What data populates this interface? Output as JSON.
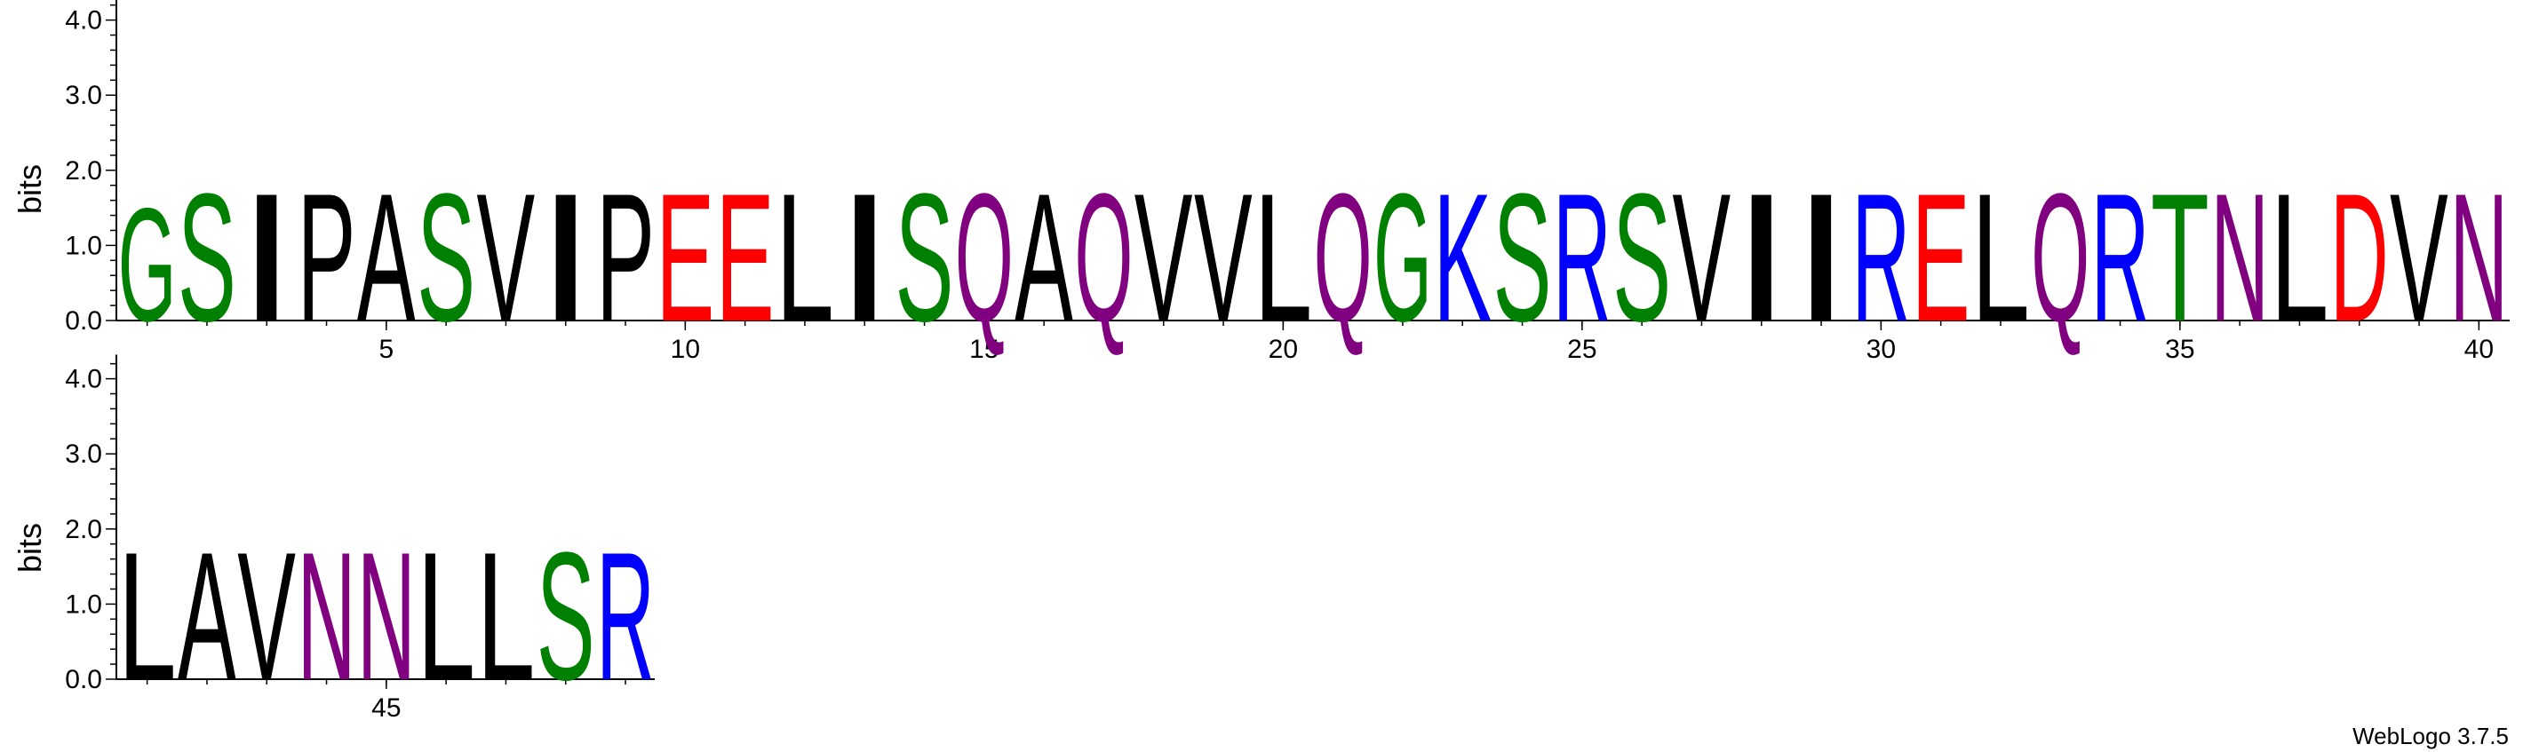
{
  "chart_data": {
    "type": "sequence-logo",
    "ylabel": "bits",
    "yticks": [
      "0.0",
      "1.0",
      "2.0",
      "3.0",
      "4.0"
    ],
    "ylim": [
      0,
      4.32
    ],
    "colors": {
      "black": "#000000",
      "green": "#008000",
      "red": "#ff0000",
      "blue": "#0000ff",
      "purple": "#800080"
    },
    "rows": [
      {
        "positions": [
          1,
          40
        ],
        "xticks": [
          "5",
          "10",
          "15",
          "20",
          "25",
          "30",
          "35",
          "40"
        ],
        "xtick_positions": [
          5,
          10,
          15,
          20,
          25,
          30,
          35,
          40
        ],
        "letters": [
          {
            "pos": 1,
            "letter": "G",
            "bits": 1.55,
            "color": "green"
          },
          {
            "pos": 2,
            "letter": "S",
            "bits": 1.75,
            "color": "green"
          },
          {
            "pos": 3,
            "letter": "I",
            "bits": 1.75,
            "color": "black"
          },
          {
            "pos": 4,
            "letter": "P",
            "bits": 1.75,
            "color": "black"
          },
          {
            "pos": 5,
            "letter": "A",
            "bits": 1.75,
            "color": "black"
          },
          {
            "pos": 6,
            "letter": "S",
            "bits": 1.75,
            "color": "green"
          },
          {
            "pos": 7,
            "letter": "V",
            "bits": 1.75,
            "color": "black"
          },
          {
            "pos": 8,
            "letter": "I",
            "bits": 1.75,
            "color": "black"
          },
          {
            "pos": 9,
            "letter": "P",
            "bits": 1.75,
            "color": "black"
          },
          {
            "pos": 10,
            "letter": "E",
            "bits": 1.75,
            "color": "red"
          },
          {
            "pos": 11,
            "letter": "E",
            "bits": 1.75,
            "color": "red"
          },
          {
            "pos": 12,
            "letter": "L",
            "bits": 1.75,
            "color": "black"
          },
          {
            "pos": 13,
            "letter": "I",
            "bits": 1.75,
            "color": "black"
          },
          {
            "pos": 14,
            "letter": "S",
            "bits": 1.75,
            "color": "green"
          },
          {
            "pos": 15,
            "letter": "Q",
            "bits": 1.75,
            "color": "purple"
          },
          {
            "pos": 16,
            "letter": "A",
            "bits": 1.75,
            "color": "black"
          },
          {
            "pos": 17,
            "letter": "Q",
            "bits": 1.75,
            "color": "purple"
          },
          {
            "pos": 18,
            "letter": "V",
            "bits": 1.75,
            "color": "black"
          },
          {
            "pos": 19,
            "letter": "V",
            "bits": 1.75,
            "color": "black"
          },
          {
            "pos": 20,
            "letter": "L",
            "bits": 1.75,
            "color": "black"
          },
          {
            "pos": 21,
            "letter": "Q",
            "bits": 1.75,
            "color": "purple"
          },
          {
            "pos": 22,
            "letter": "G",
            "bits": 1.75,
            "color": "green"
          },
          {
            "pos": 23,
            "letter": "K",
            "bits": 1.75,
            "color": "blue"
          },
          {
            "pos": 24,
            "letter": "S",
            "bits": 1.75,
            "color": "green"
          },
          {
            "pos": 25,
            "letter": "R",
            "bits": 1.75,
            "color": "blue"
          },
          {
            "pos": 26,
            "letter": "S",
            "bits": 1.75,
            "color": "green"
          },
          {
            "pos": 27,
            "letter": "V",
            "bits": 1.75,
            "color": "black"
          },
          {
            "pos": 28,
            "letter": "I",
            "bits": 1.75,
            "color": "black"
          },
          {
            "pos": 29,
            "letter": "I",
            "bits": 1.75,
            "color": "black"
          },
          {
            "pos": 30,
            "letter": "R",
            "bits": 1.75,
            "color": "blue"
          },
          {
            "pos": 31,
            "letter": "E",
            "bits": 1.75,
            "color": "red"
          },
          {
            "pos": 32,
            "letter": "L",
            "bits": 1.75,
            "color": "black"
          },
          {
            "pos": 33,
            "letter": "Q",
            "bits": 1.75,
            "color": "purple"
          },
          {
            "pos": 34,
            "letter": "R",
            "bits": 1.75,
            "color": "blue"
          },
          {
            "pos": 35,
            "letter": "T",
            "bits": 1.75,
            "color": "green"
          },
          {
            "pos": 36,
            "letter": "N",
            "bits": 1.75,
            "color": "purple"
          },
          {
            "pos": 37,
            "letter": "L",
            "bits": 1.75,
            "color": "black"
          },
          {
            "pos": 38,
            "letter": "D",
            "bits": 1.75,
            "color": "red"
          },
          {
            "pos": 39,
            "letter": "V",
            "bits": 1.75,
            "color": "black"
          },
          {
            "pos": 40,
            "letter": "N",
            "bits": 1.75,
            "color": "purple"
          }
        ]
      },
      {
        "positions": [
          41,
          49
        ],
        "xticks": [
          "45"
        ],
        "xtick_positions": [
          45
        ],
        "letters": [
          {
            "pos": 41,
            "letter": "L",
            "bits": 1.75,
            "color": "black"
          },
          {
            "pos": 42,
            "letter": "A",
            "bits": 1.75,
            "color": "black"
          },
          {
            "pos": 43,
            "letter": "V",
            "bits": 1.75,
            "color": "black"
          },
          {
            "pos": 44,
            "letter": "N",
            "bits": 1.75,
            "color": "purple"
          },
          {
            "pos": 45,
            "letter": "N",
            "bits": 1.75,
            "color": "purple"
          },
          {
            "pos": 46,
            "letter": "L",
            "bits": 1.75,
            "color": "black"
          },
          {
            "pos": 47,
            "letter": "L",
            "bits": 1.75,
            "color": "black"
          },
          {
            "pos": 48,
            "letter": "S",
            "bits": 1.75,
            "color": "green"
          },
          {
            "pos": 49,
            "letter": "R",
            "bits": 1.75,
            "color": "blue"
          }
        ]
      }
    ]
  },
  "footer": {
    "credit": "WebLogo 3.7.5"
  }
}
